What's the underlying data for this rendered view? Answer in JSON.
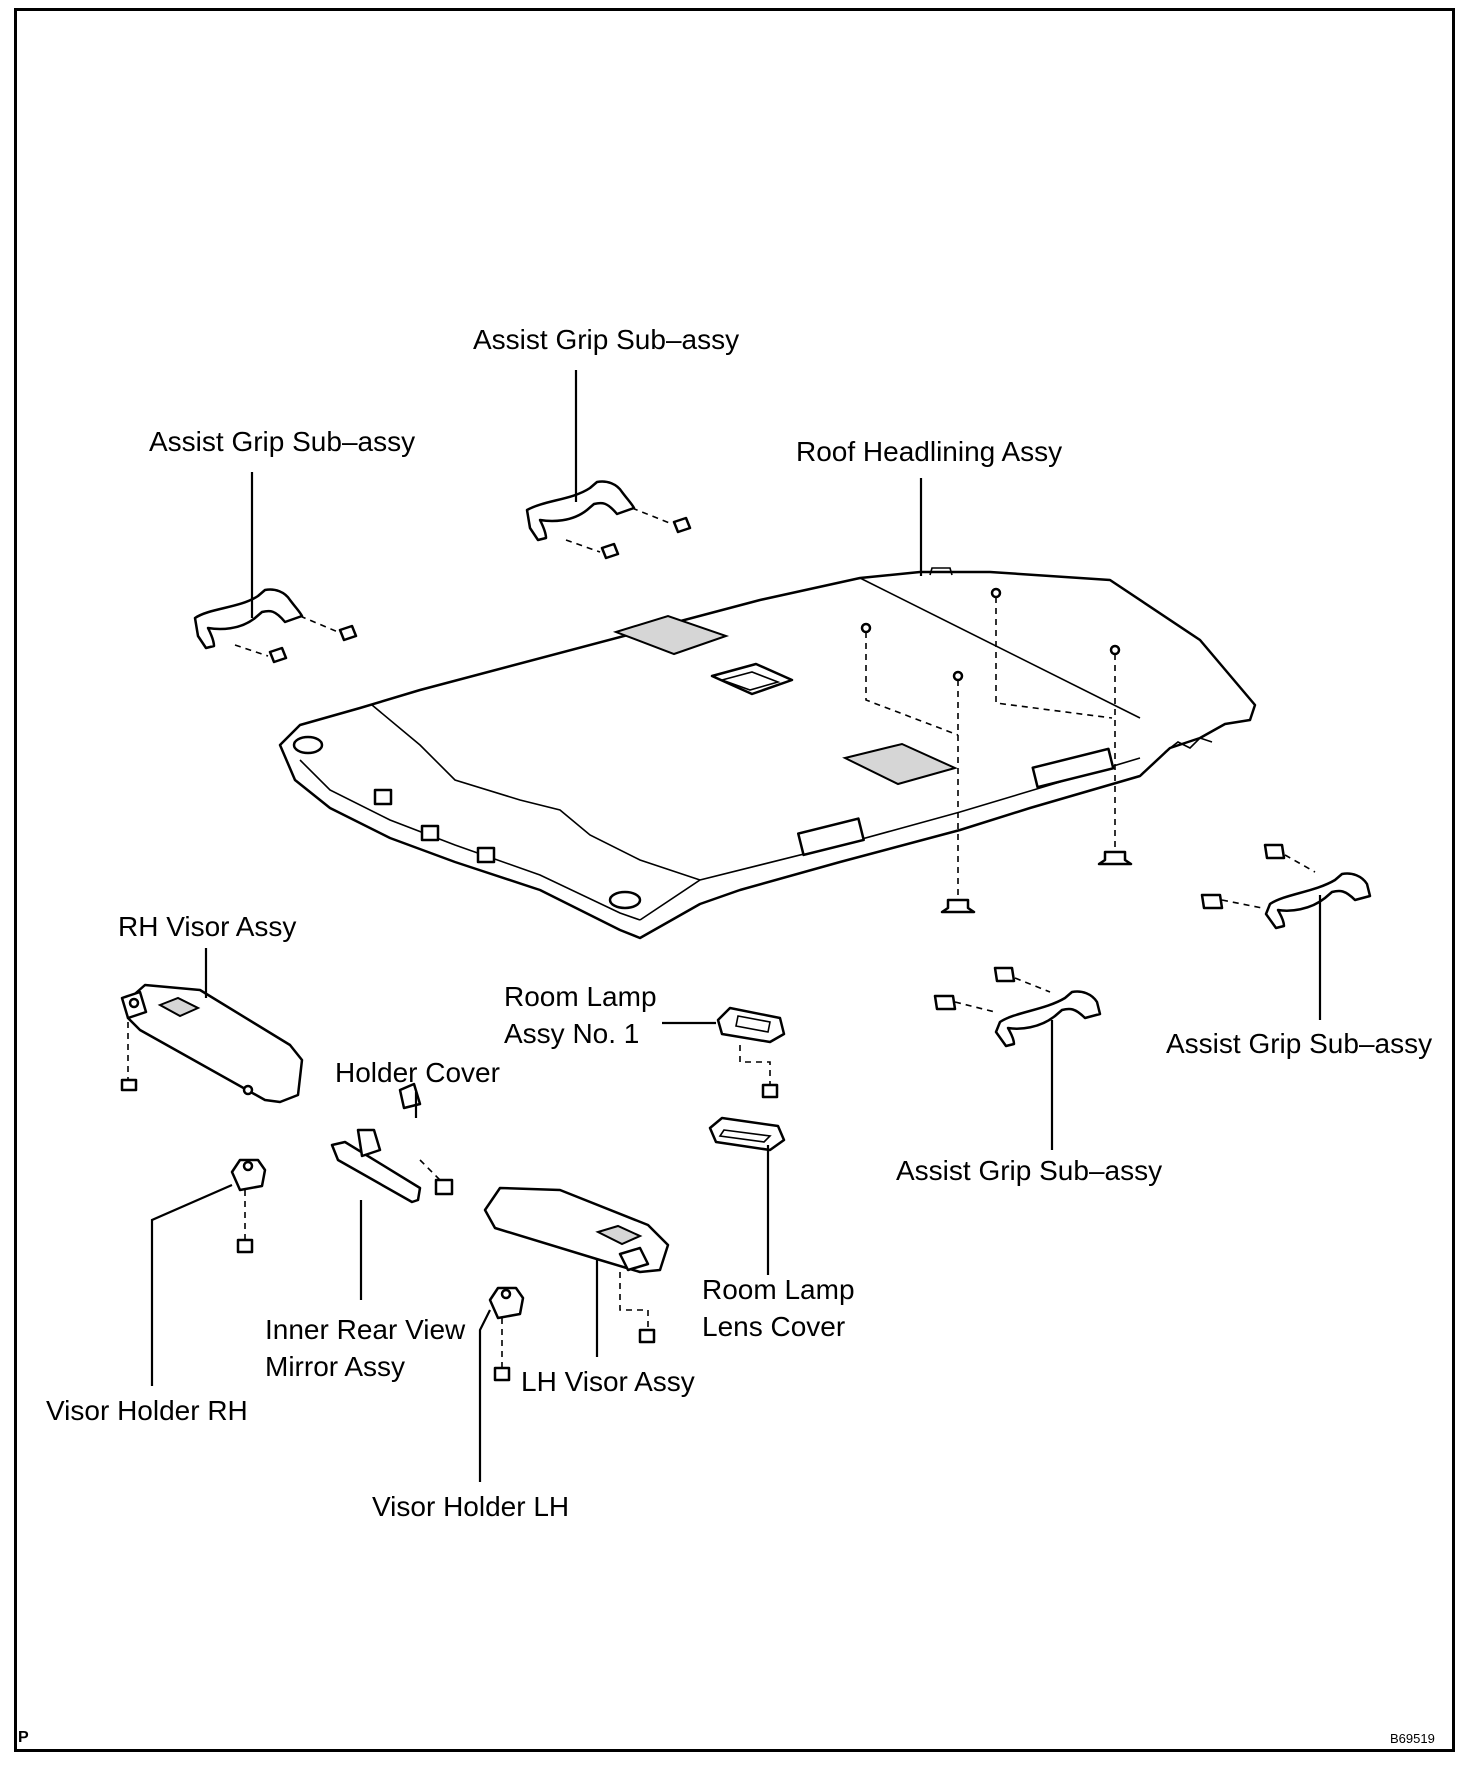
{
  "labels": {
    "grip_top_center": "Assist Grip Sub–assy",
    "grip_top_left": "Assist Grip Sub–assy",
    "roof": "Roof Headlining Assy",
    "rh_visor": "RH Visor Assy",
    "room_lamp_line1": "Room Lamp",
    "room_lamp_line2": "Assy No. 1",
    "holder_cover": "Holder Cover",
    "grip_right": "Assist Grip Sub–assy",
    "grip_bottom": "Assist Grip Sub–assy",
    "lens_line1": "Room Lamp",
    "lens_line2": "Lens Cover",
    "mirror_line1": "Inner Rear View",
    "mirror_line2": "Mirror Assy",
    "lh_visor": "LH Visor Assy",
    "visor_holder_rh": "Visor Holder RH",
    "visor_holder_lh": "Visor Holder LH"
  },
  "corner_marks": {
    "page_mark": "P",
    "figure_id": "B69519"
  }
}
